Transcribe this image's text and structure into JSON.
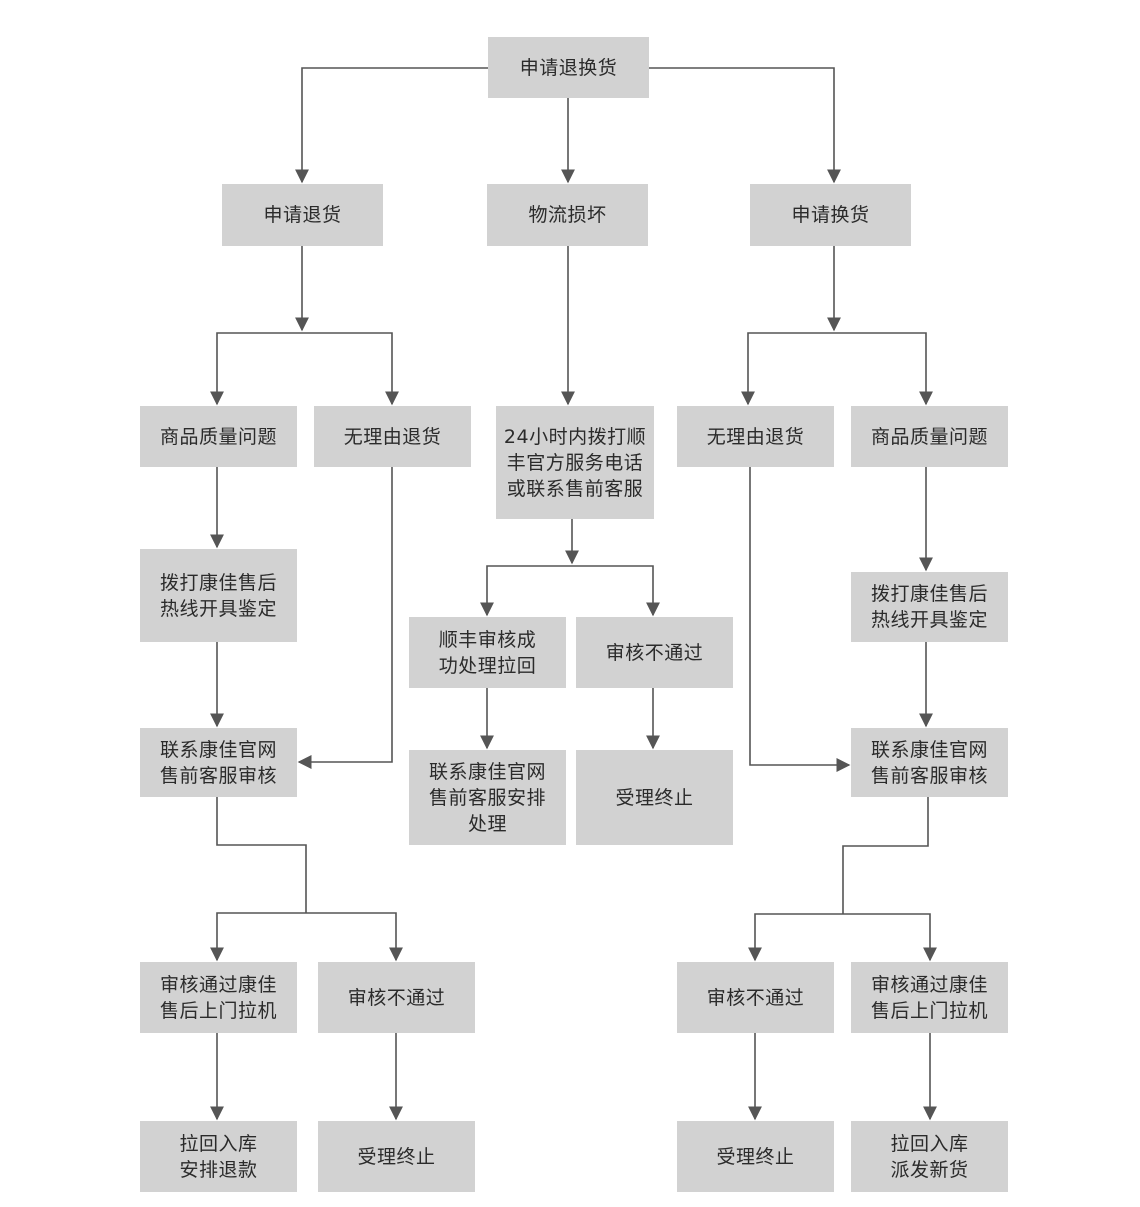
{
  "colors": {
    "node_fill": "#d2d2d2",
    "line": "#555555",
    "text": "#2b2b2b"
  },
  "nodes": {
    "root": "申请退换货",
    "return_apply": "申请退货",
    "logistics_damage": "物流损坏",
    "exchange_apply": "申请换货",
    "left_quality": "商品质量问题",
    "left_no_reason": "无理由退货",
    "center_call": "24小时内拨打顺\n丰官方服务电话\n或联系售前客服",
    "right_no_reason": "无理由退货",
    "right_quality": "商品质量问题",
    "left_hotline": "拨打康佳售后\n热线开具鉴定",
    "center_sf_success": "顺丰审核成\n功处理拉回",
    "center_fail": "审核不通过",
    "right_hotline": "拨打康佳售后\n热线开具鉴定",
    "left_presale_review": "联系康佳官网\n售前客服审核",
    "center_presale_arrange": "联系康佳官网\n售前客服安排\n处理",
    "center_terminate": "受理终止",
    "right_presale_review": "联系康佳官网\n售前客服审核",
    "left_pass": "审核通过康佳\n售后上门拉机",
    "left_fail": "审核不通过",
    "right_fail": "审核不通过",
    "right_pass": "审核通过康佳\n售后上门拉机",
    "left_refund": "拉回入库\n安排退款",
    "left_terminate": "受理终止",
    "right_terminate": "受理终止",
    "right_new_goods": "拉回入库\n派发新货"
  }
}
